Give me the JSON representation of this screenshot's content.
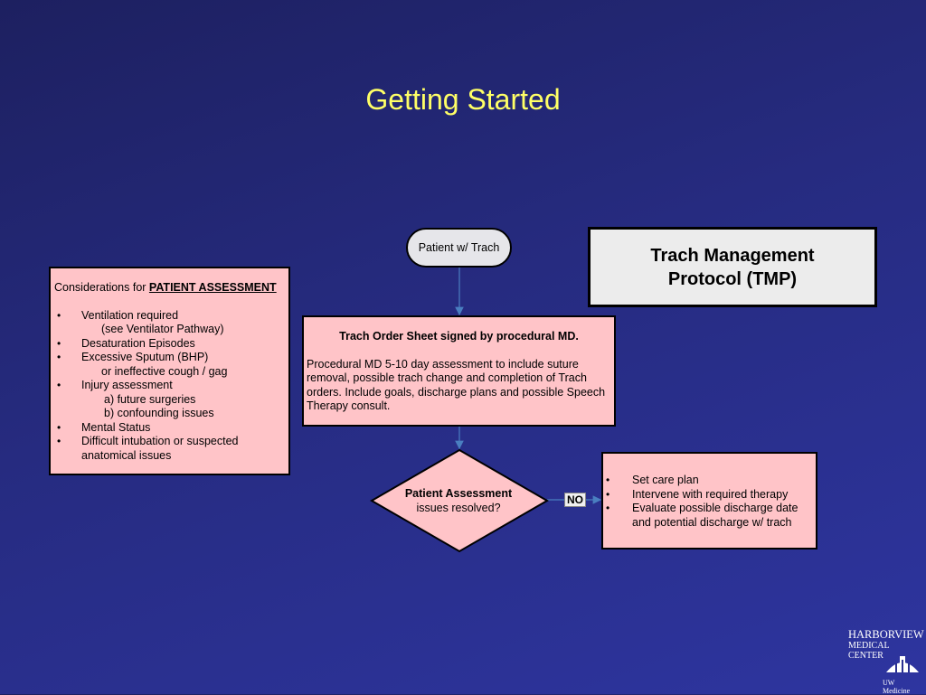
{
  "title": "Getting Started",
  "tmp_box": {
    "line1": "Trach Management",
    "line2": "Protocol (TMP)"
  },
  "start_node": "Patient w/ Trach",
  "considerations": {
    "intro": "Considerations for ",
    "intro_bold": "PATIENT ASSESSMENT",
    "items": [
      "Ventilation required",
      "(see Ventilator Pathway)",
      "Desaturation Episodes",
      "Excessive Sputum (BHP)",
      "or ineffective cough / gag",
      "Injury assessment",
      "a) future surgeries",
      "b) confounding issues",
      "Mental Status",
      "Difficult intubation or suspected",
      "anatomical issues"
    ]
  },
  "order_sheet": {
    "heading": "Trach Order Sheet signed by procedural MD.",
    "body": "Procedural MD 5-10 day assessment to include suture removal, possible trach change and completion of Trach orders.   Include goals, discharge plans and possible Speech Therapy consult."
  },
  "decision": {
    "line1": "Patient Assessment",
    "line2": "issues resolved?"
  },
  "no_label": "NO",
  "care_plan": {
    "items": [
      "Set care plan",
      "Intervene with required therapy",
      "Evaluate possible discharge date",
      "and potential discharge w/ trach"
    ]
  },
  "logo": {
    "line1": "HARBORVIEW",
    "line2": "MEDICAL",
    "line3": "CENTER",
    "line4": "UW Medicine"
  },
  "colors": {
    "title": "#ffff66",
    "box_fill": "#ffc4c8",
    "connector": "#4a7fc0"
  }
}
